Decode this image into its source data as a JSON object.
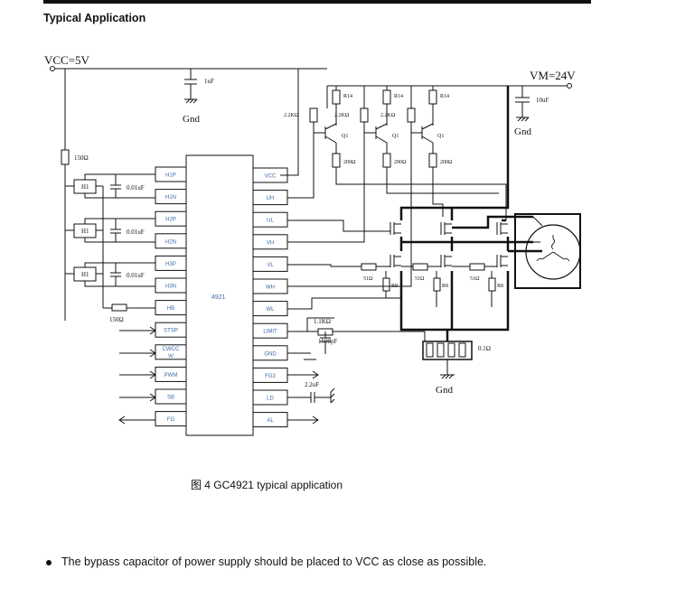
{
  "heading": "Typical Application",
  "rails": {
    "vcc": "VCC=5V",
    "vm": "VM=24V"
  },
  "ic": {
    "name": "4921",
    "left_pins": [
      "H1P",
      "H1N",
      "H2P",
      "H2N",
      "H3P",
      "H3N",
      "HB",
      "STSP",
      "CWCC",
      "W",
      "PWM",
      "SB",
      "FG"
    ],
    "right_pins": [
      "VCC",
      "UH",
      "UL",
      "VH",
      "VL",
      "WH",
      "WL",
      "LIMIT",
      "GND",
      "FG3",
      "LD",
      "AL"
    ]
  },
  "components": {
    "c_vcc": "1uF",
    "gnd": "Gnd",
    "r_hall_top": "150Ω",
    "hall": "H1",
    "c_hall": "0.01uF",
    "r_hb": "150Ω",
    "r_base": "2.2KΩ",
    "r14": "R14",
    "q1": "Q1",
    "r200": "200Ω",
    "c_vm": "10uF",
    "r51": "51Ω",
    "r8": "R8",
    "r_limit": "1.1KΩ",
    "c_limit": "1500pF",
    "r_sense": "0.1Ω",
    "c_ld": "2.2uF"
  },
  "caption": "图 4 GC4921 typical application",
  "note": "The bypass capacitor of power supply should be placed to VCC as close as possible."
}
